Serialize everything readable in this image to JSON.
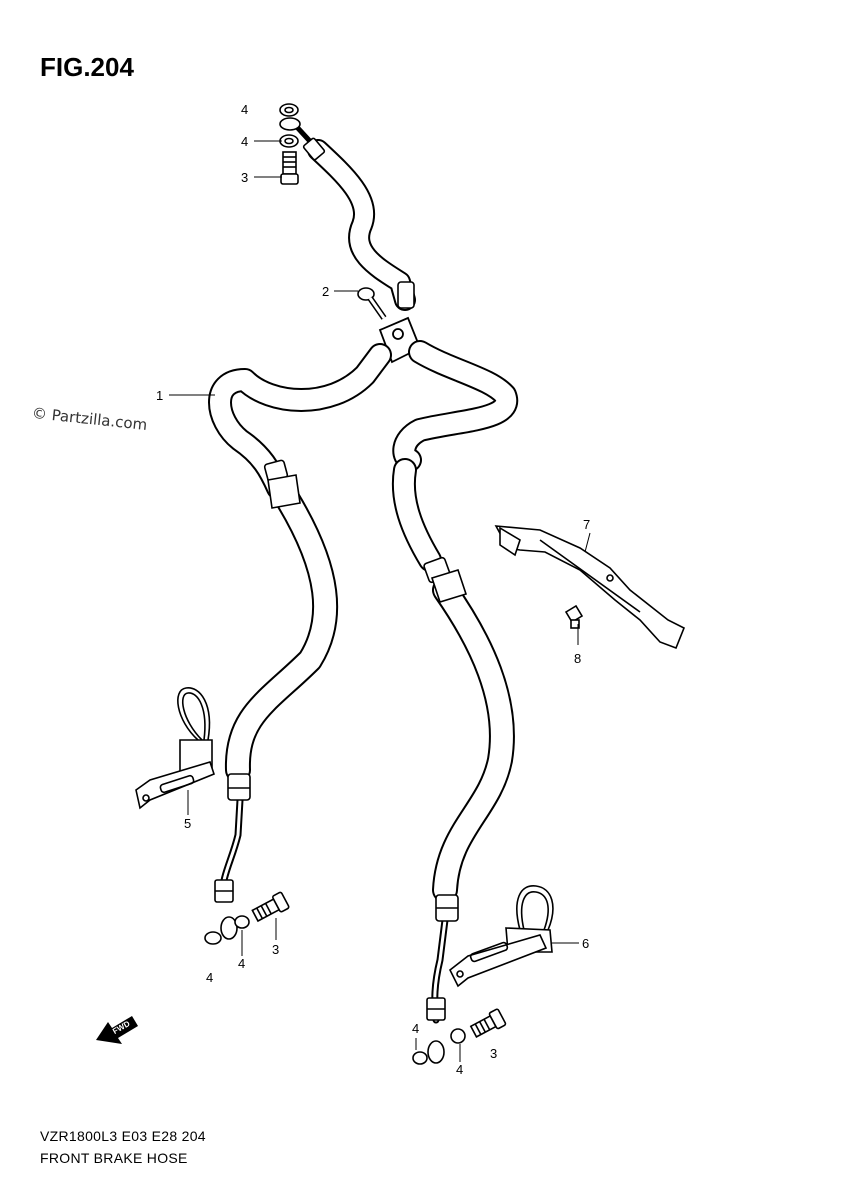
{
  "figure": {
    "title": "FIG.204",
    "watermark": "© Partzilla.com",
    "footer_model": "VZR1800L3  E03  E28  204",
    "footer_caption": "FRONT BRAKE HOSE",
    "fwd_label": "FWD"
  },
  "callouts": [
    {
      "id": "c-4a",
      "label": "4"
    },
    {
      "id": "c-4b",
      "label": "4"
    },
    {
      "id": "c-3a",
      "label": "3"
    },
    {
      "id": "c-2",
      "label": "2"
    },
    {
      "id": "c-1",
      "label": "1"
    },
    {
      "id": "c-7",
      "label": "7"
    },
    {
      "id": "c-8",
      "label": "8"
    },
    {
      "id": "c-5",
      "label": "5"
    },
    {
      "id": "c-3b",
      "label": "3"
    },
    {
      "id": "c-4c",
      "label": "4"
    },
    {
      "id": "c-4d",
      "label": "4"
    },
    {
      "id": "c-6",
      "label": "6"
    },
    {
      "id": "c-4e",
      "label": "4"
    },
    {
      "id": "c-4f",
      "label": "4"
    },
    {
      "id": "c-3c",
      "label": "3"
    }
  ]
}
